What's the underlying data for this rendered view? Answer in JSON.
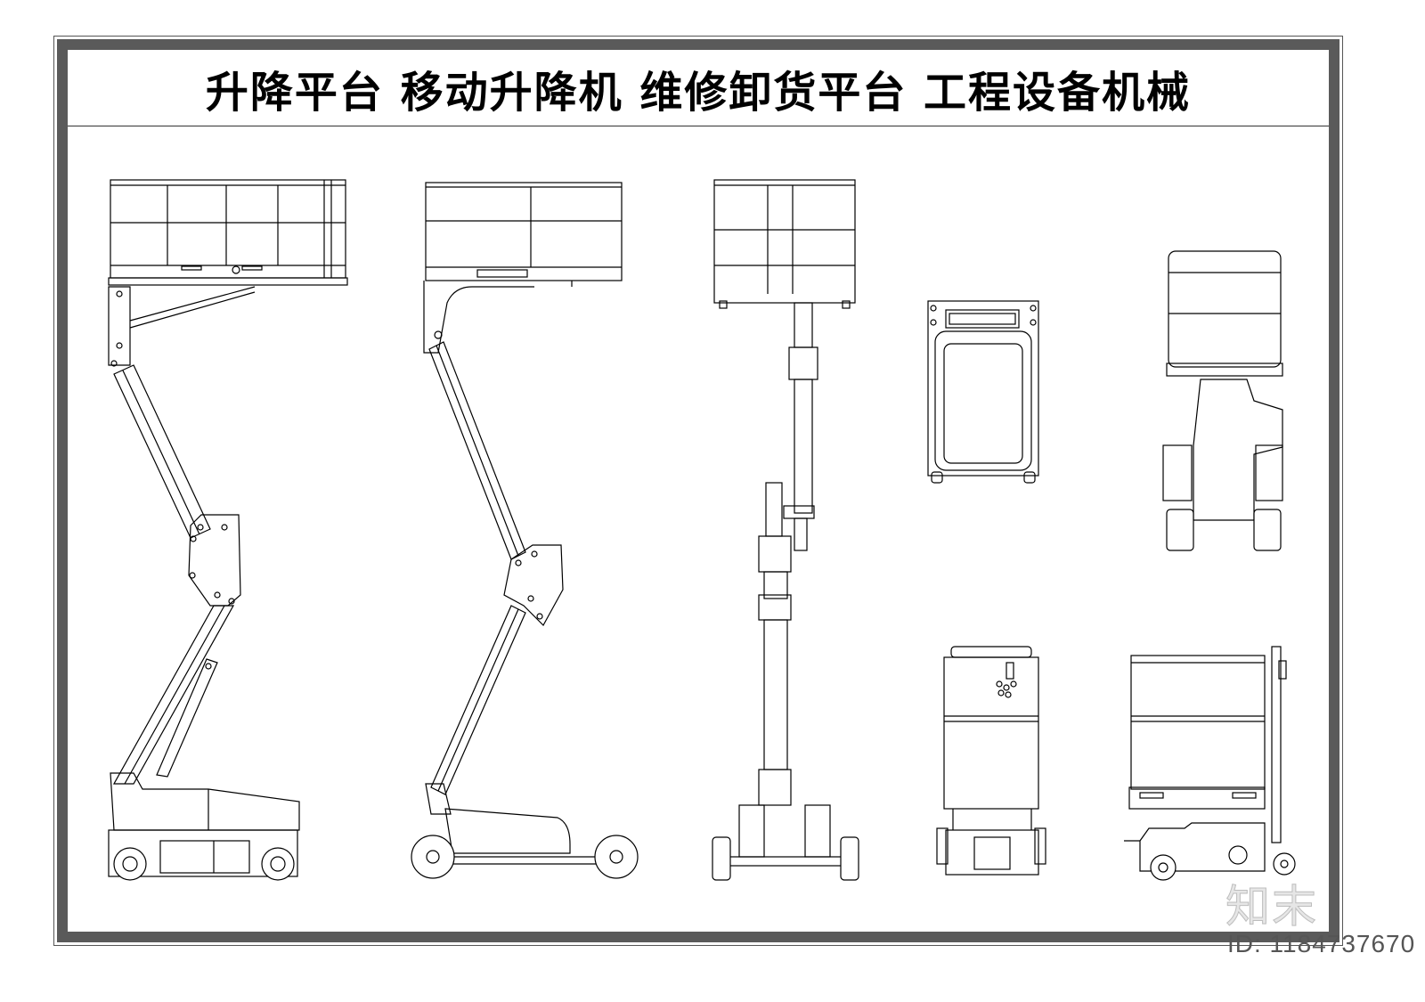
{
  "title": "升降平台  移动升降机  维修卸货平台  工程设备机械",
  "watermark": {
    "brand": "知末",
    "id_text": "ID: 1184737670"
  },
  "colors": {
    "frame": "#5a5a5a",
    "line": "#000000",
    "background": "#ffffff"
  }
}
